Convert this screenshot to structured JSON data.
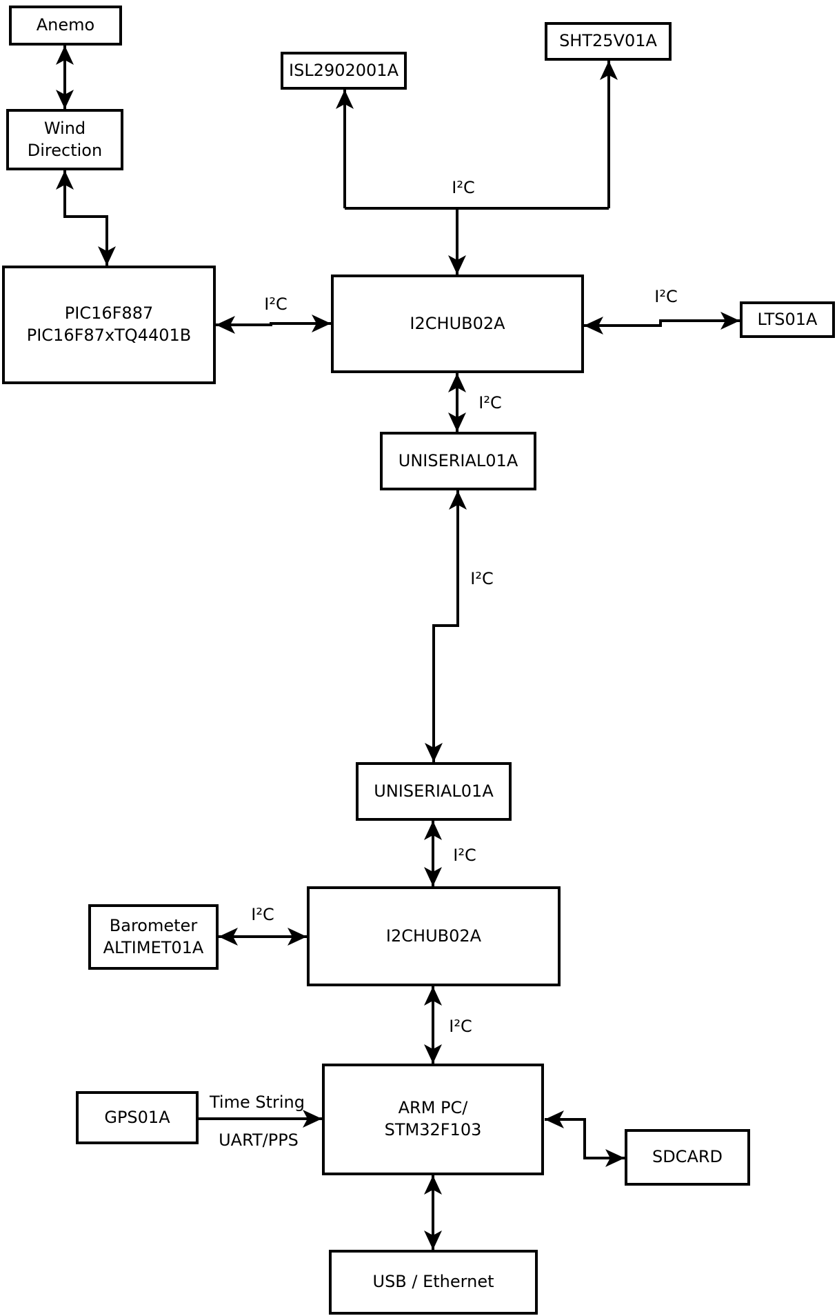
{
  "diagram": {
    "background": "#ffffff",
    "line_color": "#000000",
    "box_fill": "#ffffff",
    "nodes": {
      "anemo": {
        "label": "Anemo"
      },
      "wind_direction": {
        "label": "Wind\nDirection"
      },
      "pic": {
        "label": "PIC16F887\nPIC16F87xTQ4401B"
      },
      "isl": {
        "label": "ISL2902001A"
      },
      "sht": {
        "label": "SHT25V01A"
      },
      "i2chub_top": {
        "label": "I2CHUB02A"
      },
      "lts": {
        "label": "LTS01A"
      },
      "uniserial_top": {
        "label": "UNISERIAL01A"
      },
      "uniserial_bottom": {
        "label": "UNISERIAL01A"
      },
      "i2chub_bottom": {
        "label": "I2CHUB02A"
      },
      "barometer": {
        "label": "Barometer\nALTIMET01A"
      },
      "gps": {
        "label": "GPS01A"
      },
      "arm_pc": {
        "label": "ARM PC/\nSTM32F103"
      },
      "sdcard": {
        "label": "SDCARD"
      },
      "usb_ethernet": {
        "label": "USB / Ethernet"
      }
    },
    "edge_labels": {
      "bus_top": "I²C",
      "pic_hub": "I²C",
      "hub_lts": "I²C",
      "hub_uniserial": "I²C",
      "uniserial_link": "I²C",
      "uniserial_hub2": "I²C",
      "barometer_hub2": "I²C",
      "hub2_arm": "I²C",
      "gps_arm_top": "Time String",
      "gps_arm_bottom": "UART/PPS"
    }
  }
}
